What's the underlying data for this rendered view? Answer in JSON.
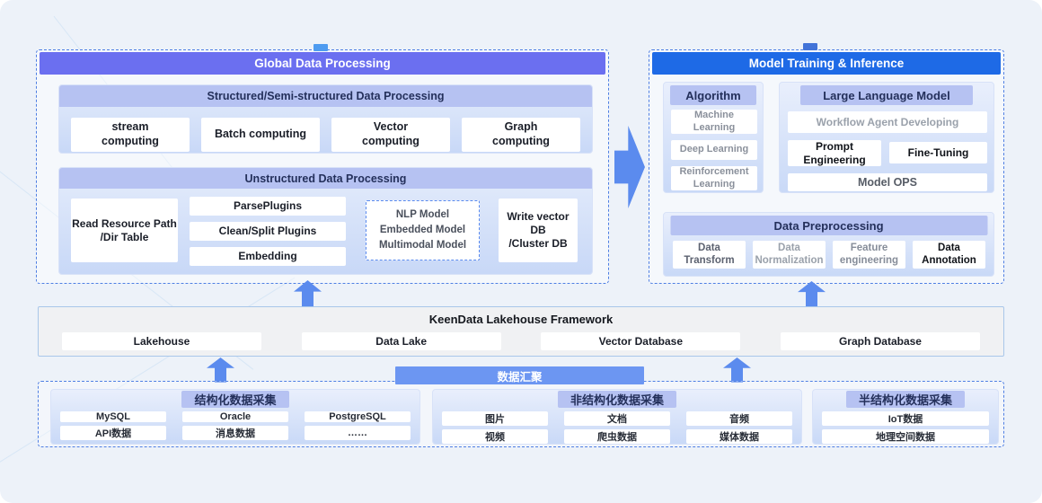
{
  "colors": {
    "page_bg": "#EDF2F9",
    "global_header_bg": "#6B6FF0",
    "training_header_bg": "#1E6AE6",
    "subheader_bg": "#B6C2F2",
    "arrow_blue": "#5B8BEE",
    "aggregation_bar_bg": "#6C96F2",
    "dashed_border": "#4F7FE3"
  },
  "global_processing": {
    "title": "Global Data Processing",
    "structured": {
      "title": "Structured/Semi-structured Data Processing",
      "items": [
        "stream\ncomputing",
        "Batch computing",
        "Vector\ncomputing",
        "Graph\ncomputing"
      ]
    },
    "unstructured": {
      "title": "Unstructured Data Processing",
      "read_box": "Read Resource Path\n/Dir Table",
      "plugins": [
        "ParsePlugins",
        "Clean/Split Plugins",
        "Embedding"
      ],
      "model_box": "NLP Model\nEmbedded Model\nMultimodal Model",
      "write_box": "Write vector\nDB\n/Cluster DB"
    }
  },
  "model_training": {
    "title": "Model Training & Inference",
    "algorithm": {
      "title": "Algorithm",
      "items": [
        "Machine\nLearning",
        "Deep Learning",
        "Reinforcement\nLearning"
      ]
    },
    "llm": {
      "title": "Large Language Model",
      "workflow": "Workflow  Agent Developing",
      "prompt": "Prompt\nEngineering",
      "fine_tuning": "Fine-Tuning",
      "model_ops": "Model OPS"
    },
    "preprocessing": {
      "title": "Data Preprocessing",
      "items": [
        "Data\nTransform",
        "Data\nNormalization",
        "Feature\nengineering",
        "Data\nAnnotation"
      ]
    }
  },
  "lakehouse": {
    "title": "KeenData Lakehouse Framework",
    "items": [
      "Lakehouse",
      "Data Lake",
      "Vector Database",
      "Graph Database"
    ]
  },
  "aggregation": {
    "title": "数据汇聚",
    "groups": [
      {
        "title": "结构化数据采集",
        "items": [
          "MySQL",
          "Oracle",
          "PostgreSQL",
          "API数据",
          "消息数据",
          "……"
        ]
      },
      {
        "title": "非结构化数据采集",
        "items": [
          "图片",
          "文档",
          "音频",
          "视频",
          "爬虫数据",
          "媒体数据"
        ]
      },
      {
        "title": "半结构化数据采集",
        "items": [
          "IoT数据",
          "地理空间数据"
        ]
      }
    ]
  }
}
